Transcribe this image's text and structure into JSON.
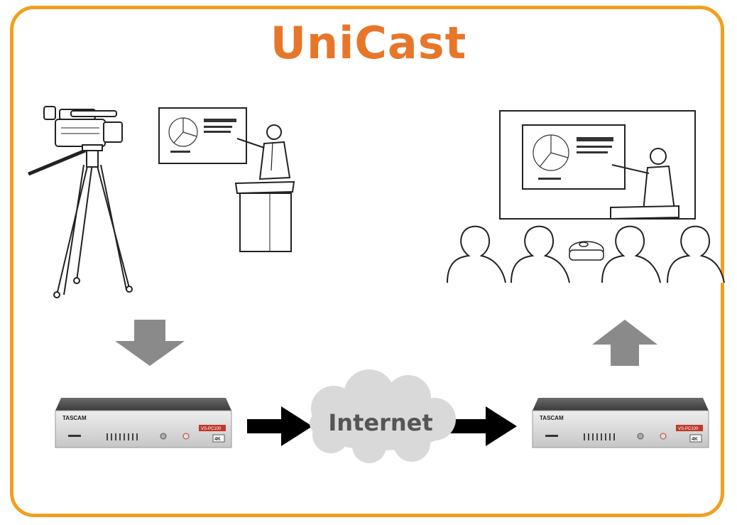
{
  "title": "UniCast",
  "cloud_label": "Internet",
  "device": {
    "brand": "TASCAM",
    "model": "VS-PC100",
    "badge": "4K"
  },
  "colors": {
    "frame": "#F0A020",
    "title": "#E8762A",
    "arrow_gray": "#8A8A8A",
    "arrow_black": "#000000",
    "cloud": "#D9D9D9",
    "cloud_text": "#555555",
    "device_front": "#D8D8D8",
    "device_badge": "#C0392B"
  }
}
